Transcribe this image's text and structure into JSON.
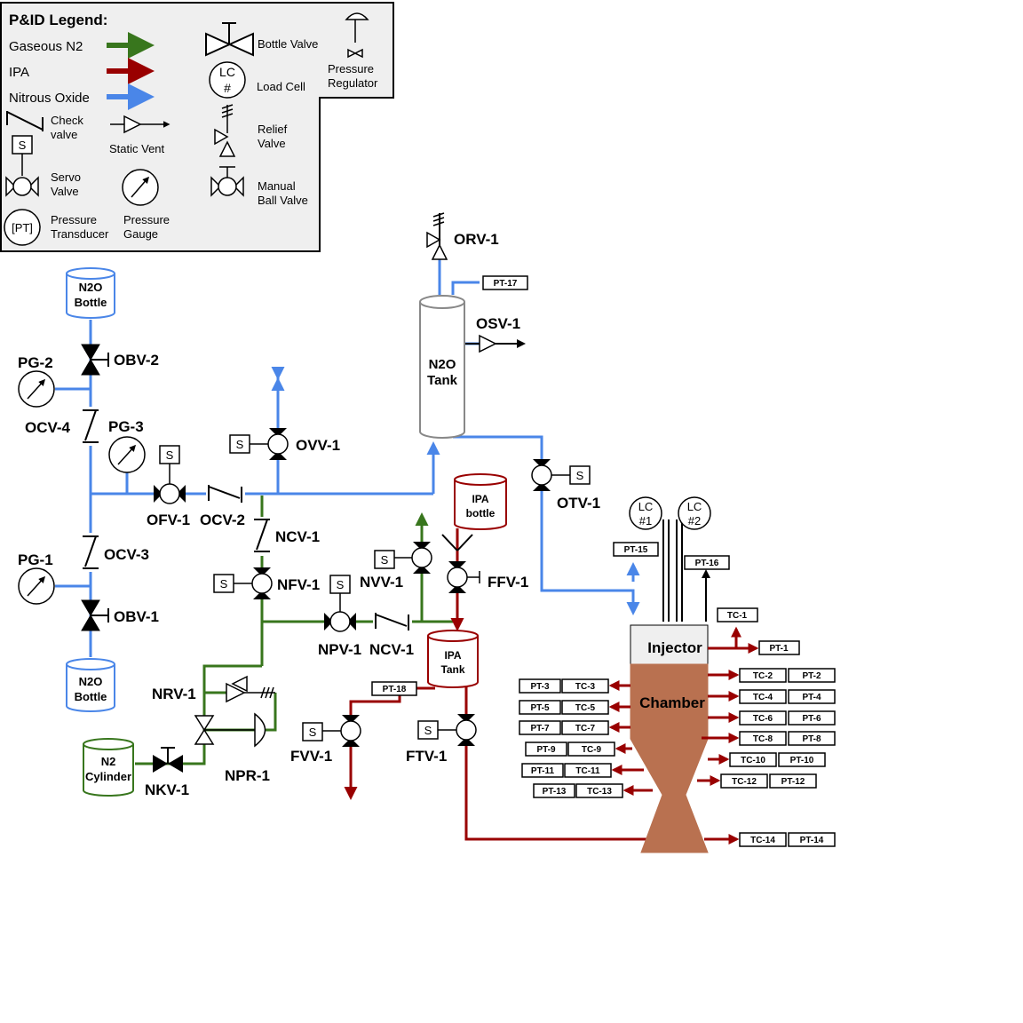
{
  "legend": {
    "title": "P&ID Legend:",
    "gaseous_n2": "Gaseous N2",
    "ipa": "IPA",
    "nitrous_oxide": "Nitrous Oxide",
    "bottle_valve": "Bottle Valve",
    "load_cell": "Load Cell",
    "load_cell_symbol_top": "LC",
    "load_cell_symbol_bottom": "#",
    "pressure_regulator_1": "Pressure",
    "pressure_regulator_2": "Regulator",
    "check_valve_1": "Check",
    "check_valve_2": "valve",
    "static_vent": "Static Vent",
    "relief_valve_1": "Relief",
    "relief_valve_2": "Valve",
    "servo_symbol": "S",
    "servo_valve_1": "Servo",
    "servo_valve_2": "Valve",
    "pressure_gauge_1": "Pressure",
    "pressure_gauge_2": "Gauge",
    "manual_ball_valve_1": "Manual",
    "manual_ball_valve_2": "Ball Valve",
    "pt_symbol": "[PT]",
    "pressure_transducer_1": "Pressure",
    "pressure_transducer_2": "Transducer",
    "colors": {
      "n2": "#38761d",
      "ipa": "#990000",
      "n2o": "#4a86e8"
    }
  },
  "components": {
    "n2o_bottle_top": {
      "line1": "N2O",
      "line2": "Bottle"
    },
    "n2o_bottle_bottom": {
      "line1": "N2O",
      "line2": "Bottle"
    },
    "n2_cylinder": {
      "line1": "N2",
      "line2": "Cylinder"
    },
    "n2o_tank": {
      "line1": "N2O",
      "line2": "Tank"
    },
    "ipa_bottle": {
      "line1": "IPA",
      "line2": "bottle"
    },
    "ipa_tank": {
      "line1": "IPA",
      "line2": "Tank"
    },
    "injector": "Injector",
    "chamber": "Chamber",
    "lc1": {
      "line1": "LC",
      "line2": "#1"
    },
    "lc2": {
      "line1": "LC",
      "line2": "#2"
    },
    "servo_symbol": "S"
  },
  "labels": {
    "obv2": "OBV-2",
    "pg2": "PG-2",
    "ocv4": "OCV-4",
    "pg3": "PG-3",
    "ofv1": "OFV-1",
    "ocv2": "OCV-2",
    "ovv1": "OVV-1",
    "ncv1": "NCV-1",
    "ocv3": "OCV-3",
    "pg1": "PG-1",
    "obv1": "OBV-1",
    "nfv1": "NFV-1",
    "nvv1": "NVV-1",
    "npv1": "NPV-1",
    "ncv1b": "NCV-1",
    "nrv1": "NRV-1",
    "npr1": "NPR-1",
    "nkv1": "NKV-1",
    "fvv1": "FVV-1",
    "ftv1": "FTV-1",
    "ffv1": "FFV-1",
    "orv1": "ORV-1",
    "osv1": "OSV-1",
    "otv1": "OTV-1"
  },
  "sensors": {
    "pt17": "PT-17",
    "pt15": "PT-15",
    "pt16": "PT-16",
    "pt18": "PT-18",
    "tc1": "TC-1",
    "pt1": "PT-1",
    "tc2": "TC-2",
    "pt2": "PT-2",
    "tc4": "TC-4",
    "pt4": "PT-4",
    "tc6": "TC-6",
    "pt6": "PT-6",
    "tc8": "TC-8",
    "pt8": "PT-8",
    "tc10": "TC-10",
    "pt10": "PT-10",
    "tc12": "TC-12",
    "pt12": "PT-12",
    "tc14": "TC-14",
    "pt14": "PT-14",
    "pt3": "PT-3",
    "tc3": "TC-3",
    "pt5": "PT-5",
    "tc5": "TC-5",
    "pt7": "PT-7",
    "tc7": "TC-7",
    "pt9": "PT-9",
    "tc9": "TC-9",
    "pt11": "PT-11",
    "tc11": "TC-11",
    "pt13": "PT-13",
    "tc13": "TC-13"
  }
}
